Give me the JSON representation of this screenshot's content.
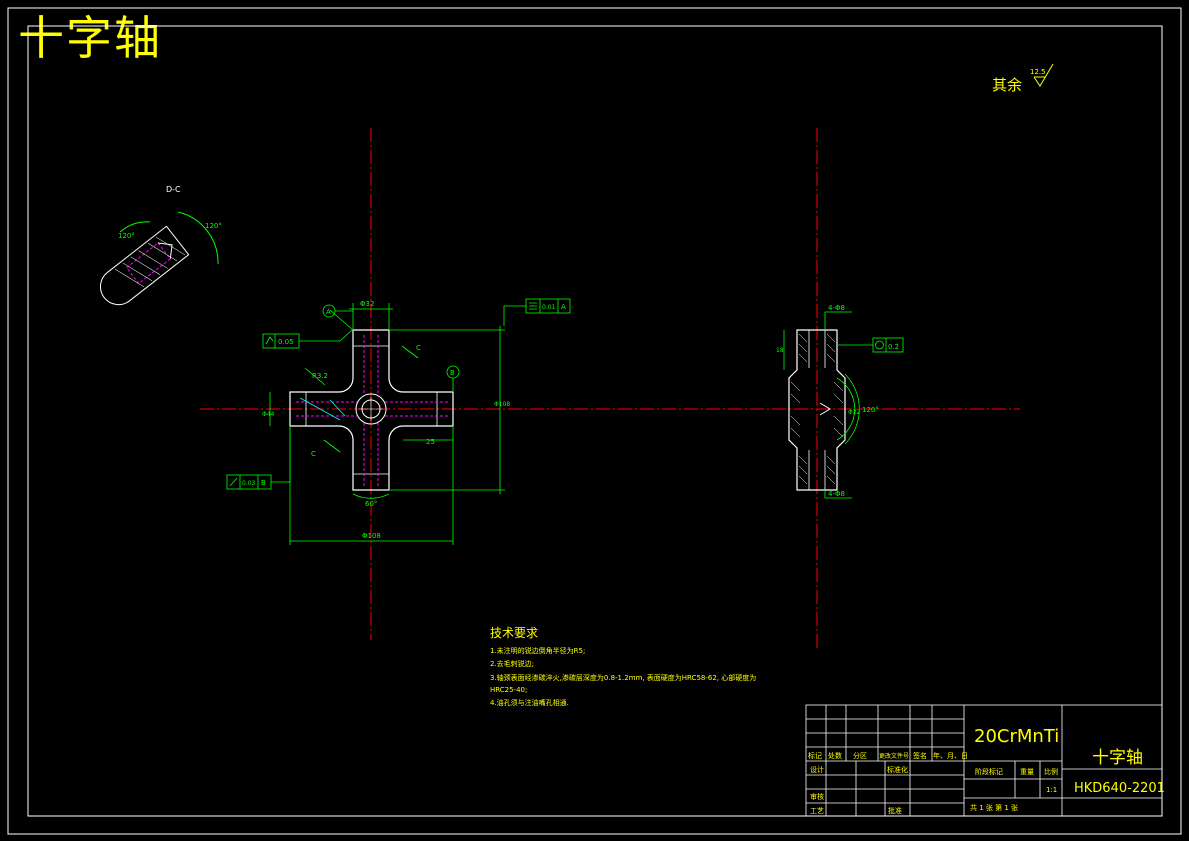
{
  "drawing": {
    "title": "十字轴",
    "surface_note": "其余",
    "surface_roughness": "12.5",
    "view_label": "D-C",
    "datum_a": "A",
    "datum_b": "B",
    "section_c": "C",
    "tol_flat": "0.05",
    "tol_perp": "0.01",
    "tol_perp_datum": "A",
    "tol_runout": "0.03",
    "tol_runout_datum": "B",
    "tol_round": "0.2",
    "dim_angle_120": "120°",
    "dim_angle_60": "60°",
    "dim_25": "25",
    "dim_4_holes": "4-Φ8"
  },
  "tech": {
    "heading": "技术要求",
    "items": [
      "1.未注明的锐边倒角半径为R5;",
      "2.去毛刺锐边;",
      "3.轴颈表面经渗碳淬火,渗碳层深度为0.8-1.2mm, 表面硬度为HRC58-62, 心部硬度为",
      "HRC25-40;",
      "4.油孔须与注油嘴孔相通."
    ]
  },
  "title_block": {
    "material": "20CrMnTi",
    "part_name": "十字轴",
    "drawing_number": "HKD640-2201",
    "scale": "1:1",
    "scale_label": "比例",
    "weight_label": "重量",
    "stage_label": "阶段标记",
    "sheet_info": "共 1 张   第 1 张",
    "row_headers": [
      "标记",
      "处数",
      "分区",
      "更改文件号",
      "签名",
      "年、月、日"
    ],
    "design_label": "设计",
    "standard_label": "标准化",
    "review_label": "审核",
    "process_label": "工艺",
    "approve_label": "批准"
  }
}
